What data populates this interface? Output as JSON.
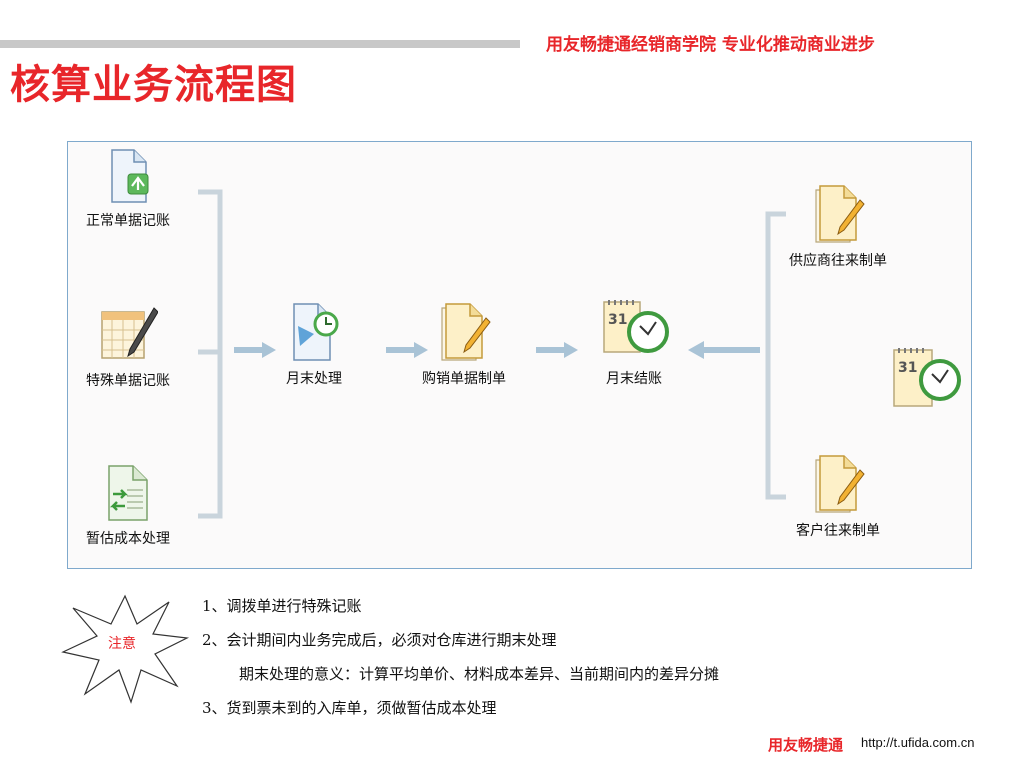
{
  "header": {
    "slogan": "用友畅捷通经销商学院   专业化推动商业进步",
    "title": "核算业务流程图"
  },
  "flow": {
    "normal_voucher": "正常单据记账",
    "special_voucher": "特殊单据记账",
    "estimate_cost": "暂估成本处理",
    "month_end_process": "月末处理",
    "purchase_sales_voucher": "购销单据制单",
    "month_end_close": "月末结账",
    "supplier_voucher": "供应商往来制单",
    "customer_voucher": "客户往来制单"
  },
  "notes": {
    "badge": "注意",
    "item1": "1、调拨单进行特殊记账",
    "item2": "2、会计期间内业务完成后，必须对仓库进行期末处理",
    "item2_detail": "期末处理的意义：计算平均单价、材料成本差异、当前期间内的差异分摊",
    "item3": "3、货到票未到的入库单，须做暂估成本处理"
  },
  "footer": {
    "brand": "用友畅捷通",
    "url": "http://t.ufida.com.cn"
  },
  "colors": {
    "brand_red": "#e8262a",
    "panel_border": "#7fa9cc",
    "connector": "#c9d4dc",
    "arrow": "#a9c3d6"
  }
}
